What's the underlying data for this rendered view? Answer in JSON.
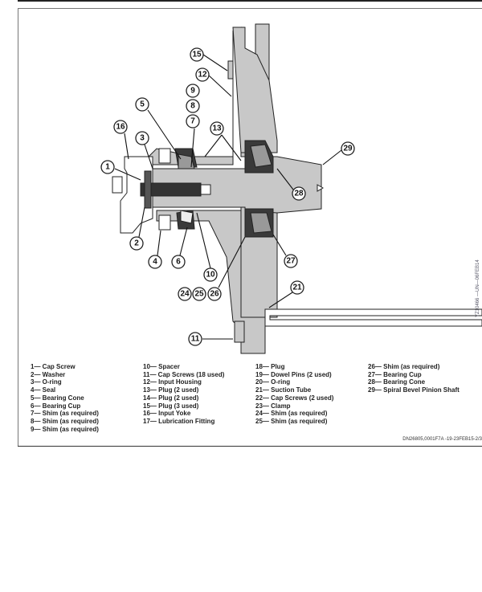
{
  "figure_id": "YZ10466 —UN—06FEB14",
  "callouts": [
    "1",
    "2",
    "3",
    "4",
    "5",
    "6",
    "7",
    "8",
    "9",
    "10",
    "11",
    "12",
    "13",
    "15",
    "16",
    "21",
    "24",
    "25",
    "26",
    "27",
    "28",
    "29"
  ],
  "legend": {
    "col1": [
      "1— Cap Screw",
      "2— Washer",
      "3— O-ring",
      "4— Seal",
      "5— Bearing Cone",
      "6— Bearing Cup",
      "7— Shim (as required)",
      "8— Shim (as required)",
      "9— Shim (as required)"
    ],
    "col2": [
      "10— Spacer",
      "11— Cap Screws (18 used)",
      "12— Input Housing",
      "13— Plug (2 used)",
      "14— Plug (2 used)",
      "15— Plug (3 used)",
      "16— Input Yoke",
      "17— Lubrication Fitting"
    ],
    "col3": [
      "18— Plug",
      "19— Dowel Pins (2 used)",
      "20— O-ring",
      "21— Suction Tube",
      "22— Cap Screws (2 used)",
      "23— Clamp",
      "24— Shim (as required)",
      "25— Shim (as required)"
    ],
    "col4": [
      "26— Shim (as required)",
      "27— Bearing Cup",
      "28— Bearing Cone",
      "29— Spiral Bevel Pinion Shaft"
    ]
  },
  "footer": "DN26805,0001F7A -19-23FEB15-2/3",
  "colors": {
    "part_fill": "#c8c8c8",
    "dark_part": "#3a3a3a",
    "line": "#222222"
  }
}
